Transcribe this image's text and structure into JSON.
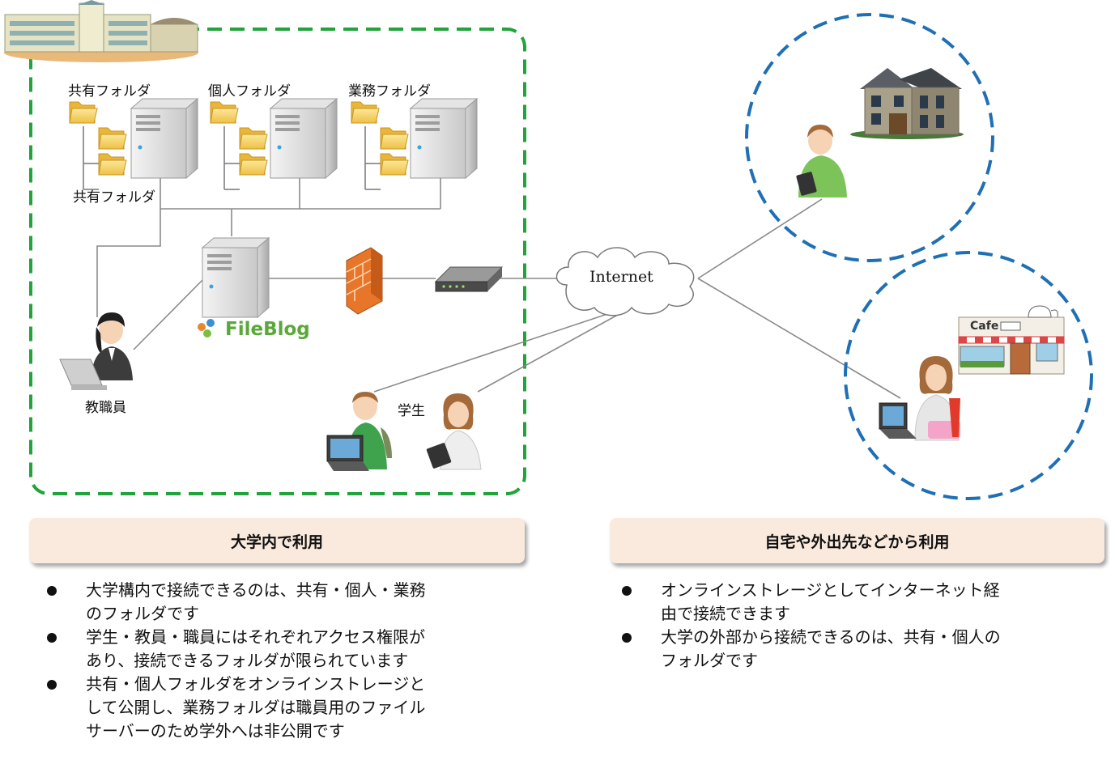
{
  "campus": {
    "server_labels": [
      "共有フォルダ",
      "個人フォルダ",
      "業務フォルダ"
    ],
    "shared_folder_sub_label": "共有フォルダ",
    "fileblog_logo": "FileBlog",
    "staff_label": "教職員",
    "students_label": "学生"
  },
  "internet_label": "Internet",
  "cafe_sign": "Cafe",
  "panels": {
    "inside": {
      "heading": "大学内で利用",
      "bullets": [
        [
          "大学構内で接続できるのは、共有・個人・業務",
          "のフォルダです"
        ],
        [
          "学生・教員・職員にはそれぞれアクセス権限が",
          "あり、接続できるフォルダが限られています"
        ],
        [
          "共有・個人フォルダをオンラインストレージと",
          "して公開し、業務フォルダは職員用のファイル",
          "サーバーのため学外へは非公開です"
        ]
      ]
    },
    "outside": {
      "heading": "自宅や外出先などから利用",
      "bullets": [
        [
          "オンラインストレージとしてインターネット経",
          "由で接続できます"
        ],
        [
          "大学の外部から接続できるのは、共有・個人の",
          "フォルダです"
        ]
      ]
    }
  },
  "colors": {
    "campus_border": "#22a33b",
    "remote_border": "#1f6fb5",
    "panel_bg": "#fae9dd",
    "line": "#8a8a8a",
    "folder": "#f5cc4f",
    "firewall": "#e8762a"
  }
}
